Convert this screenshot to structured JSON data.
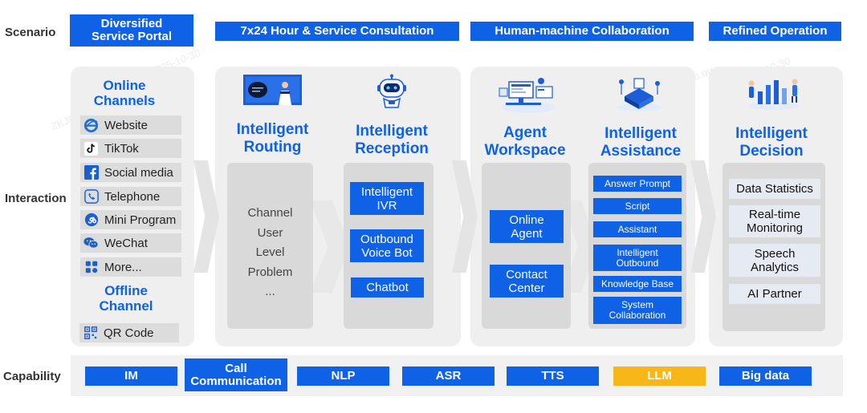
{
  "rows": {
    "scenario": "Scenario",
    "interaction": "Interaction",
    "capability": "Capability"
  },
  "scenarios": [
    "Diversified Service Portal",
    "7x24 Hour & Service Consultation",
    "Human-machine Collaboration",
    "Refined Operation"
  ],
  "online": {
    "title": "Online Channels",
    "items": [
      "Website",
      "TikTok",
      "Social media",
      "Telephone",
      "Mini Program",
      "WeChat",
      "More..."
    ]
  },
  "offline": {
    "title": "Offline Channel",
    "items": [
      "QR Code"
    ]
  },
  "routing": {
    "title": "Intelligent Routing",
    "items": [
      "Channel",
      "User",
      "Level",
      "Problem",
      "..."
    ]
  },
  "reception": {
    "title": "Intelligent Reception",
    "items": [
      "Intelligent IVR",
      "Outbound Voice Bot",
      "Chatbot"
    ]
  },
  "agent": {
    "title": "Agent Workspace",
    "items": [
      "Online Agent",
      "Contact Center"
    ]
  },
  "assistance": {
    "title": "Intelligent Assistance",
    "items": [
      "Answer Prompt",
      "Script",
      "Assistant",
      "Intelligent Outbound",
      "Knowledge Base",
      "System Collaboration"
    ]
  },
  "decision": {
    "title": "Intelligent Decision",
    "items": [
      "Data Statistics",
      "Real-time Monitoring",
      "Speech Analytics",
      "AI Partner"
    ]
  },
  "capabilities": [
    "IM",
    "Call Communication",
    "NLP",
    "ASR",
    "TTS",
    "LLM",
    "Big data"
  ],
  "colors": {
    "primary": "#0f62e6",
    "highlight": "#f7b718",
    "panel": "#efefef",
    "inner": "#d9d9d9"
  }
}
